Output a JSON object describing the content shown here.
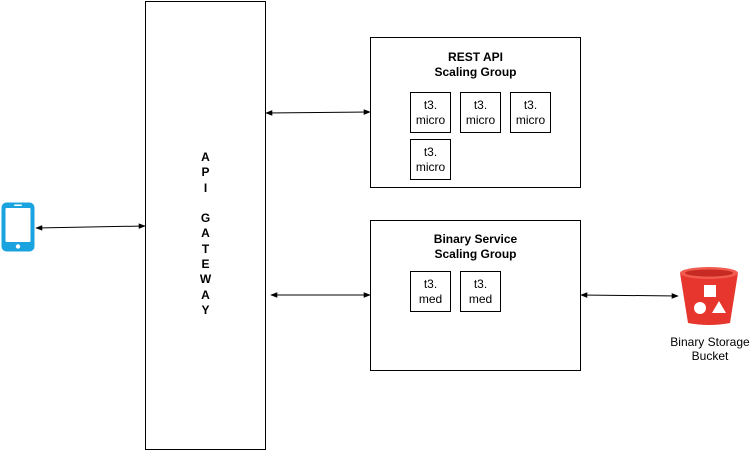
{
  "gateway": {
    "label": "A\nP\nI\n\nG\nA\nT\nE\nW\nA\nY"
  },
  "rest_group": {
    "title": "REST API\nScaling Group",
    "instances": [
      "t3.\nmicro",
      "t3.\nmicro",
      "t3.\nmicro",
      "t3.\nmicro"
    ]
  },
  "binary_group": {
    "title": "Binary Service\nScaling Group",
    "instances": [
      "t3.\nmed",
      "t3.\nmed"
    ]
  },
  "storage": {
    "label": "Binary Storage\nBucket",
    "color": "#e7362e",
    "icon": "s3-bucket-icon"
  },
  "client": {
    "icon": "mobile-phone-icon",
    "color": "#1ba3df"
  }
}
